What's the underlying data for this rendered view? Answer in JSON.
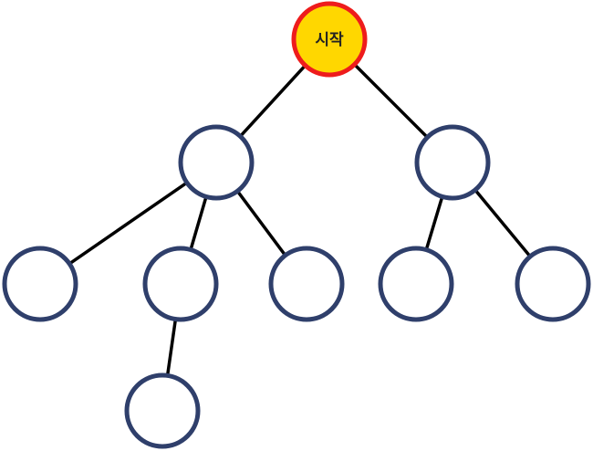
{
  "tree": {
    "root": {
      "label": "시작",
      "fill_color": "#ffd700",
      "border_color": "#ee1c1c"
    },
    "node_border_color": "#2f3f6b",
    "edge_color": "#000000",
    "edges": [
      [
        "root",
        "n1"
      ],
      [
        "root",
        "n2"
      ],
      [
        "n1",
        "n3"
      ],
      [
        "n1",
        "n4"
      ],
      [
        "n1",
        "n5"
      ],
      [
        "n4",
        "n8"
      ],
      [
        "n2",
        "n6"
      ],
      [
        "n2",
        "n7"
      ]
    ]
  }
}
